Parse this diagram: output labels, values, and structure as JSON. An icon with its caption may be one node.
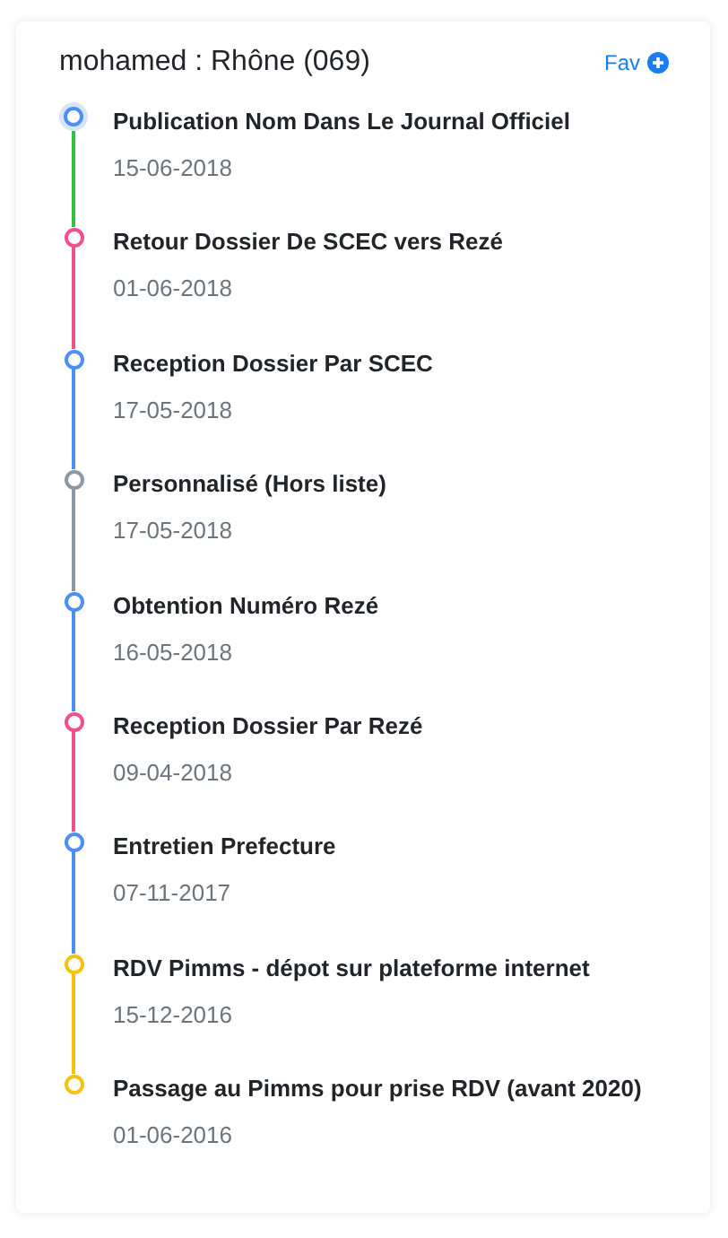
{
  "diagram": {
    "title": "mohamed : Rhône (069)",
    "nodes": [
      {
        "text": [],
        "shape": "circle",
        "beside": [
          "Publication Nom Dans Le Journal Officiel",
          "15-06-2018"
        ]
      },
      {
        "text": [],
        "shape": "circle",
        "beside": [
          "Retour Dossier De SCEC vers Rezé",
          "01-06-2018"
        ]
      },
      {
        "text": [],
        "shape": "circle",
        "beside": [
          "Reception Dossier Par SCEC",
          "17-05-2018"
        ]
      },
      {
        "text": [],
        "shape": "circle",
        "beside": [
          "Personnalisé (Hors liste)",
          "17-05-2018"
        ]
      },
      {
        "text": [],
        "shape": "circle",
        "beside": [
          "Obtention Numéro Rezé",
          "16-05-2018"
        ]
      },
      {
        "text": [],
        "shape": "circle",
        "beside": [
          "Reception Dossier Par Rezé",
          "09-04-2018"
        ]
      },
      {
        "text": [],
        "shape": "circle",
        "beside": [
          "Entretien Prefecture",
          "07-11-2017"
        ]
      },
      {
        "text": [],
        "shape": "circle",
        "beside": [
          "RDV Pimms - dépot sur plateforme internet",
          "15-12-2016"
        ]
      },
      {
        "text": [],
        "shape": "circle",
        "beside": [
          "Passage au Pimms pour prise RDV (avant 2020)",
          "01-06-2016"
        ]
      }
    ],
    "edges": [
      {
        "from": 0,
        "to": 1,
        "arrow": "none",
        "color": "#2ec43c"
      },
      {
        "from": 1,
        "to": 2,
        "arrow": "none",
        "color": "#f0508c"
      },
      {
        "from": 2,
        "to": 3,
        "arrow": "none"
      },
      {
        "from": 3,
        "to": 4,
        "arrow": "none",
        "color": "#8c98a4"
      },
      {
        "from": 4,
        "to": 5,
        "arrow": "none"
      },
      {
        "from": 5,
        "to": 6,
        "arrow": "none",
        "color": "#f0508c"
      },
      {
        "from": 6,
        "to": 7,
        "arrow": "none"
      },
      {
        "from": 7,
        "to": 8,
        "arrow": "none",
        "color": "#f5c211"
      }
    ],
    "labels": [
      "Fav"
    ]
  }
}
